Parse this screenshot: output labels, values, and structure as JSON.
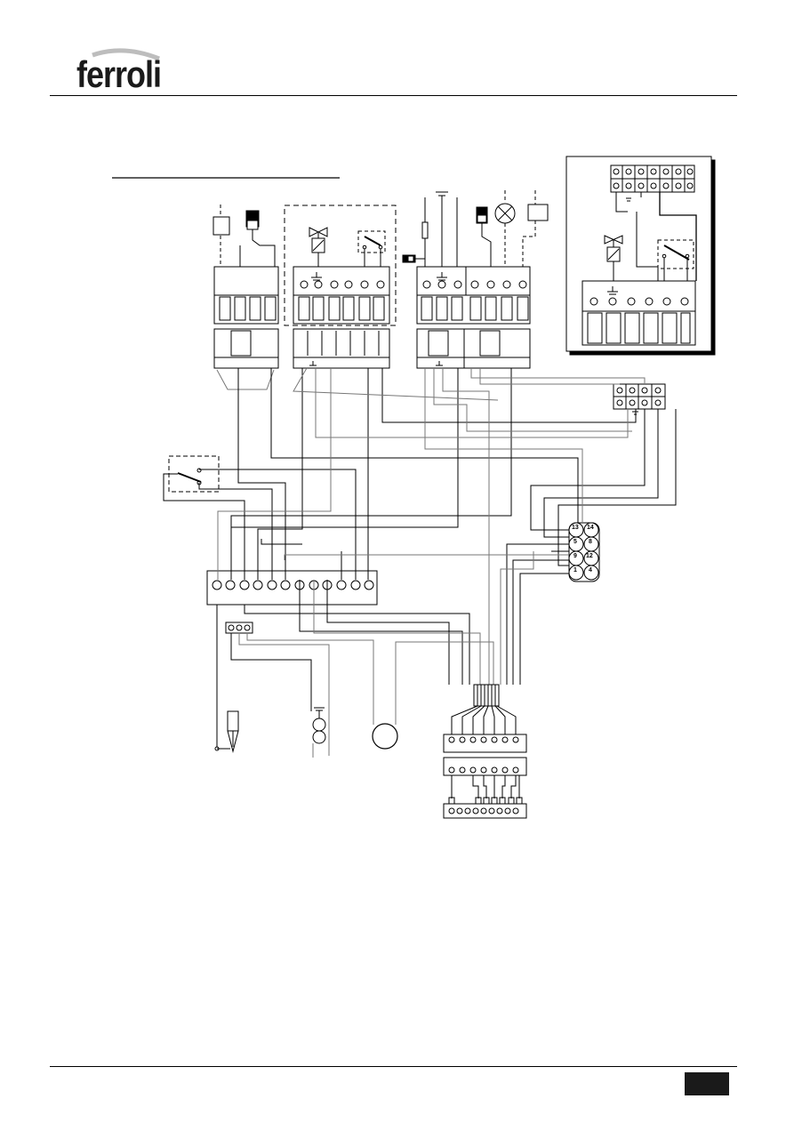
{
  "brand": {
    "name": "ferroli"
  },
  "terminals": {
    "connector_8": "8",
    "connector_4": "4",
    "connector_13": "13",
    "connector_14": "14",
    "connector_5": "5",
    "connector_9": "9",
    "connector_12": "12",
    "connector_1": "1"
  },
  "colors": {
    "ink": "#000000",
    "wire_grey": "#7a7a7a",
    "page_tab": "#1a1a1a"
  }
}
